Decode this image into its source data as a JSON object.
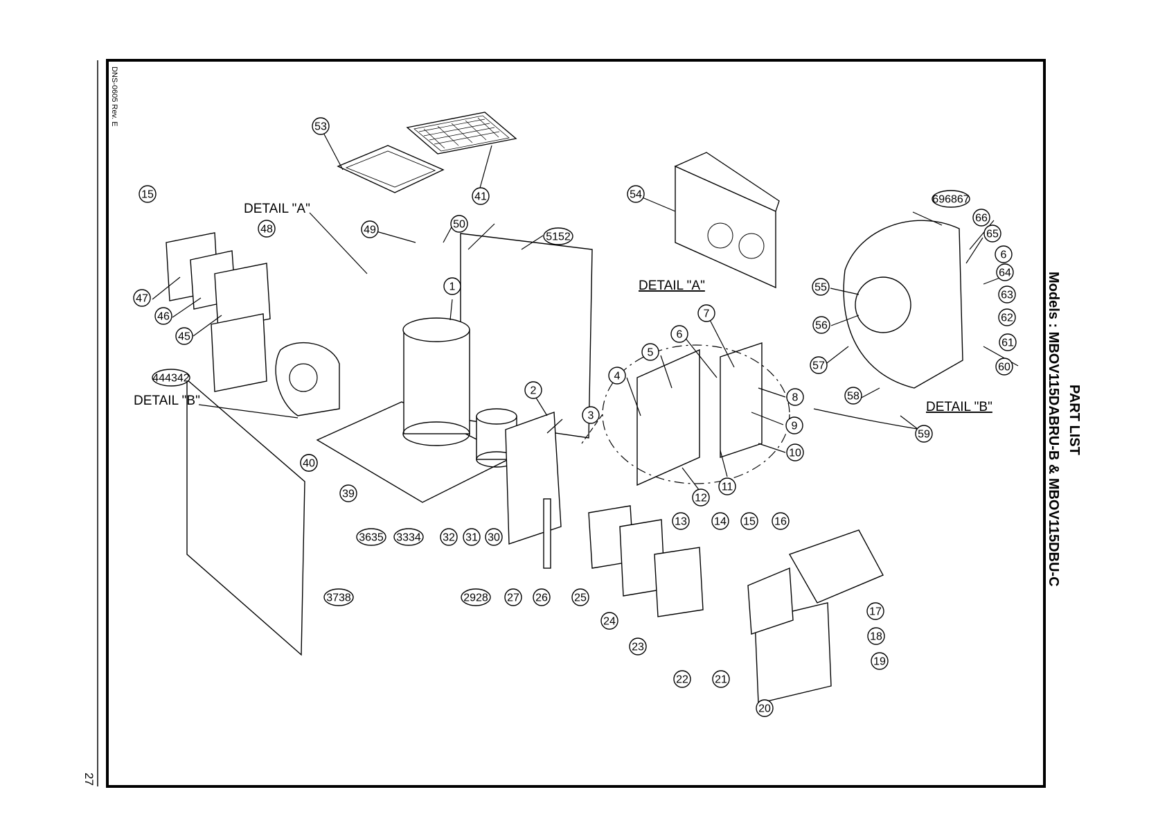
{
  "header": {
    "title": "PART LIST",
    "models": "Models : MBOV115DABRU-B & MBOV115DBU-C",
    "doc_ref": "DNS-0605 Rev. E",
    "page_number": "27"
  },
  "labels": {
    "detail_a_pointer": "DETAIL \"A\"",
    "detail_b_pointer": "DETAIL \"B\"",
    "detail_a_title": "DETAIL \"A\"",
    "detail_b_title": "DETAIL \"B\""
  },
  "callouts": [
    "1",
    "2",
    "3",
    "4",
    "5",
    "6",
    "7",
    "8",
    "9",
    "10",
    "11",
    "12",
    "13",
    "14",
    "15",
    "16",
    "17",
    "18",
    "19",
    "20",
    "21",
    "22",
    "23",
    "24",
    "25",
    "26",
    "27",
    "2928",
    "3635",
    "3334",
    "32",
    "31",
    "30",
    "3738",
    "39",
    "40",
    "40",
    "41",
    "444342",
    "45",
    "46",
    "47",
    "48",
    "49",
    "50",
    "5152",
    "53",
    "54",
    "55",
    "56",
    "57",
    "58",
    "59",
    "60",
    "61",
    "62",
    "63",
    "64",
    "6",
    "65",
    "66",
    "696867",
    "15"
  ]
}
